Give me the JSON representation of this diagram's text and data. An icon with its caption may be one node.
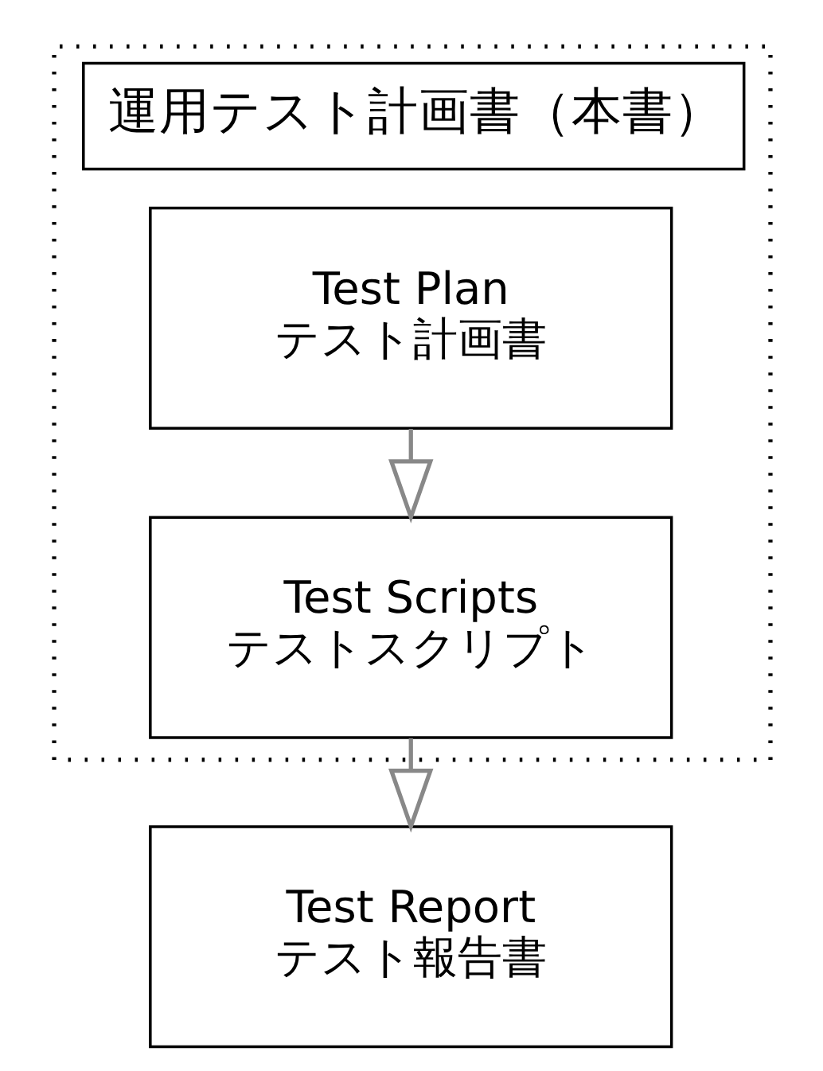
{
  "diagram": {
    "nodes": [
      {
        "text": [
          "運用テスト計画書（本書）"
        ]
      },
      {
        "text": [
          "Test Plan",
          "テスト計画書"
        ],
        "in": 0
      },
      {
        "text": [
          "Test Scripts",
          "テストスクリプト"
        ],
        "in": 0
      },
      {
        "text": [
          "Test Report",
          "テスト報告書"
        ]
      }
    ],
    "edges": [
      {
        "from": 1,
        "to": 2,
        "arrow": "to"
      },
      {
        "from": 2,
        "to": 3,
        "arrow": "to"
      }
    ]
  }
}
